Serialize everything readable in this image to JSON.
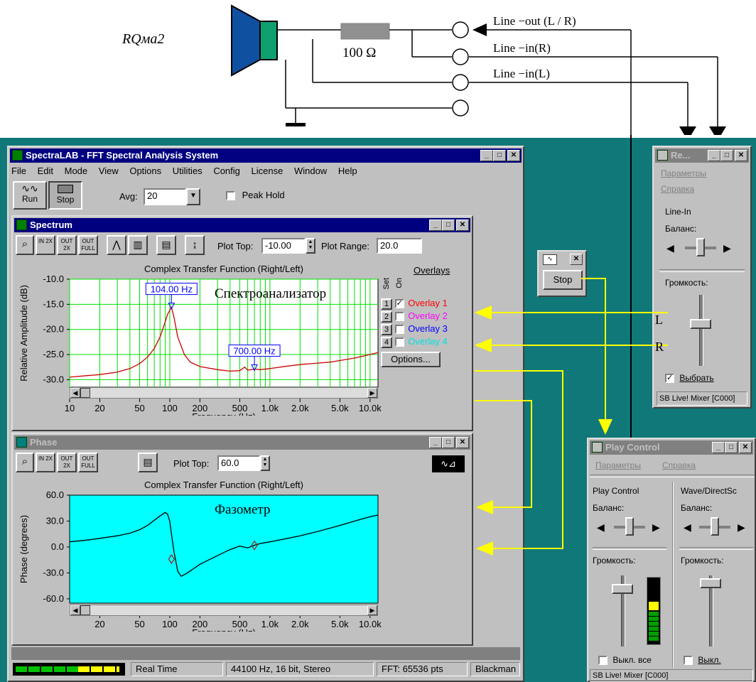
{
  "circuit": {
    "formula": "RQмa2",
    "resistor_label": "100 Ω",
    "line_out_label": "Line −out (L / R)",
    "line_in_r_label": "Line −in(R)",
    "line_in_l_label": "Line −in(L)",
    "channel_l_label": "L",
    "channel_r_label": "R"
  },
  "spectralab": {
    "title": "SpectraLAB - FFT Spectral Analysis System",
    "menu": [
      "File",
      "Edit",
      "Mode",
      "View",
      "Options",
      "Utilities",
      "Config",
      "License",
      "Window",
      "Help"
    ],
    "run_label": "Run",
    "stop_label": "Stop",
    "avg_label": "Avg:",
    "avg_value": "20",
    "peak_hold_label": "Peak Hold",
    "status": {
      "mode": "Real Time",
      "format": "44100 Hz, 16 bit, Stereo",
      "fft": "FFT: 65536 pts",
      "window": "Blackman"
    }
  },
  "spectrum": {
    "title": "Spectrum",
    "btn_in2x": "IN 2X",
    "btn_out2x": "OUT 2X",
    "btn_outfull": "OUT FULL",
    "plot_top_label": "Plot Top:",
    "plot_top_value": "-10.00",
    "plot_range_label": "Plot Range:",
    "plot_range_value": "20.0",
    "overlays_title": "Overlays",
    "set_label": "Set",
    "on_label": "On",
    "overlays": [
      {
        "num": "1",
        "label": "Overlay 1",
        "color": "#ff0000",
        "checked": "✓"
      },
      {
        "num": "2",
        "label": "Overlay 2",
        "color": "#ff00ff",
        "checked": ""
      },
      {
        "num": "3",
        "label": "Overlay 3",
        "color": "#0000ff",
        "checked": ""
      },
      {
        "num": "4",
        "label": "Overlay 4",
        "color": "#00ffff",
        "checked": ""
      }
    ],
    "options_label": "Options..."
  },
  "phase": {
    "title": "Phase",
    "plot_top_label": "Plot Top:",
    "plot_top_value": "60.0"
  },
  "stop_window": {
    "stop_label": "Stop"
  },
  "record_mixer": {
    "title": "Re...",
    "menu_params": "Параметры",
    "menu_help": "Справка",
    "line_in": "Line-In",
    "balance": "Баланс:",
    "volume": "Громкость:",
    "select_label": "Выбрать",
    "status": "SB Live! Mixer [C000]"
  },
  "play_control": {
    "title": "Play Control",
    "menu_params": "Параметры",
    "menu_help": "Справка",
    "col1_title": "Play Control",
    "col2_title": "Wave/DirectSc",
    "balance": "Баланс:",
    "volume": "Громкость:",
    "mute_all": "Выкл. все",
    "mute": "Выкл.",
    "status": "SB Live! Mixer [C000]"
  },
  "chart_data": [
    {
      "type": "line",
      "title": "Complex Transfer Function (Right/Left)",
      "xlabel": "Frequency (Hz)",
      "ylabel": "Relative Amplitude (dB)",
      "annotation": "Спектроанализатор",
      "xscale": "log",
      "xlim": [
        10,
        12000
      ],
      "ylim": [
        -31.5,
        -10.0
      ],
      "yticks": [
        "-10.0",
        "-15.0",
        "-20.0",
        "-25.0",
        "-30.0"
      ],
      "yvalues": [
        -10,
        -15,
        -20,
        -25,
        -30
      ],
      "xticks": [
        "10",
        "20",
        "50",
        "100",
        "200",
        "500",
        "1.0k",
        "2.0k",
        "5.0k",
        "10.0k"
      ],
      "xvalues": [
        10,
        20,
        50,
        100,
        200,
        500,
        1000,
        2000,
        5000,
        10000
      ],
      "grid": true,
      "background": "#ffffff",
      "grid_color": "#00e000",
      "line_color": "#cc0000",
      "markers": [
        {
          "label": "104.00 Hz",
          "x": 104,
          "y": -15.6
        },
        {
          "label": "700.00 Hz",
          "x": 700,
          "y": -27.9
        }
      ],
      "series": [
        {
          "x": [
            10,
            15,
            20,
            30,
            40,
            50,
            60,
            70,
            80,
            90,
            95,
            100,
            104,
            110,
            120,
            140,
            160,
            200,
            300,
            400,
            500,
            560,
            600,
            700,
            800,
            1000,
            1500,
            2000,
            3000,
            4000,
            5000,
            7000,
            10000,
            12000
          ],
          "y": [
            -29.5,
            -29.2,
            -29.0,
            -28.5,
            -27.8,
            -26.8,
            -25.5,
            -23.8,
            -21.5,
            -18.5,
            -17.0,
            -16.2,
            -15.6,
            -17.5,
            -21.5,
            -25.0,
            -26.5,
            -27.4,
            -28.0,
            -28.3,
            -28.2,
            -27.5,
            -28.1,
            -27.9,
            -28.0,
            -27.8,
            -27.3,
            -27.0,
            -26.7,
            -26.5,
            -26.2,
            -25.7,
            -25.0,
            -24.6
          ]
        }
      ]
    },
    {
      "type": "line",
      "title": "Complex Transfer Function (Right/Left)",
      "xlabel": "Frequency (Hz)",
      "ylabel": "Phase (degrees)",
      "annotation": "Фазометр",
      "xscale": "log",
      "xlim": [
        10,
        12000
      ],
      "ylim": [
        -65,
        60
      ],
      "yticks": [
        "60.0",
        "30.0",
        "0.0",
        "-30.0",
        "-60.0"
      ],
      "yvalues": [
        60,
        30,
        0,
        -30,
        -60
      ],
      "xticks": [
        "20",
        "50",
        "100",
        "200",
        "500",
        "1.0k",
        "2.0k",
        "5.0k",
        "10.0k"
      ],
      "xvalues": [
        20,
        50,
        100,
        200,
        500,
        1000,
        2000,
        5000,
        10000
      ],
      "grid": false,
      "background": "#00ffff",
      "line_color": "#000000",
      "markers": [
        {
          "label": "",
          "x": 104,
          "y": -14
        },
        {
          "label": "",
          "x": 700,
          "y": 2
        }
      ],
      "series": [
        {
          "x": [
            10,
            15,
            20,
            30,
            40,
            50,
            60,
            70,
            80,
            90,
            95,
            100,
            104,
            110,
            120,
            130,
            150,
            200,
            300,
            400,
            500,
            600,
            700,
            800,
            1000,
            1500,
            2000,
            3000,
            5000,
            7000,
            10000,
            12000
          ],
          "y": [
            6,
            8,
            10,
            13,
            16,
            20,
            25,
            31,
            36,
            40,
            38,
            30,
            15,
            -5,
            -28,
            -34,
            -30,
            -20,
            -10,
            -3,
            1,
            -1,
            2,
            4,
            6,
            10,
            13,
            18,
            25,
            30,
            35,
            37
          ]
        }
      ]
    }
  ]
}
